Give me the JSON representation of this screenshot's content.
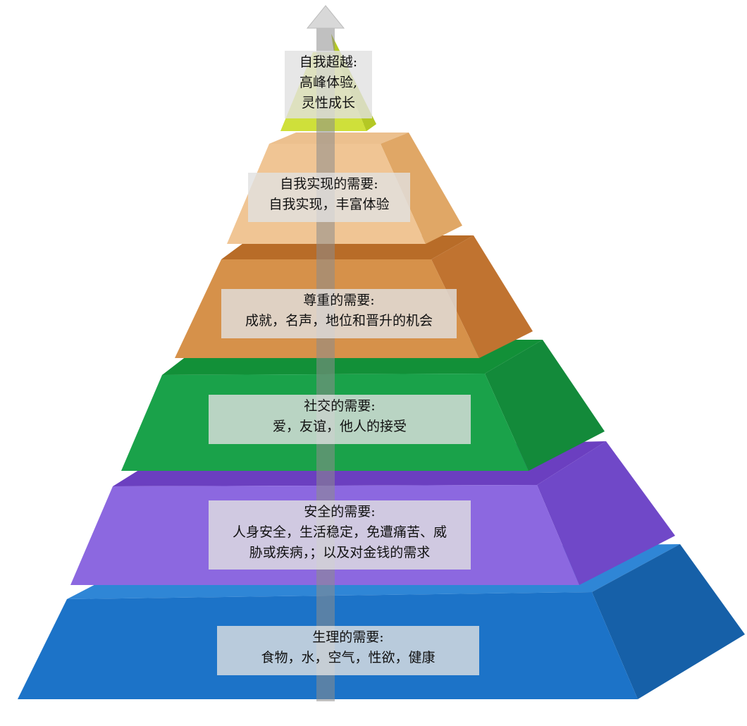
{
  "levels": [
    {
      "title": "生理的需要:",
      "lines": [
        "食物，水，空气，性欲，健康"
      ],
      "front": "#1c73c8",
      "side": "#1660a8",
      "top": "#2f86d6"
    },
    {
      "title": "安全的需要:",
      "lines": [
        "人身安全，生活稳定，免遭痛苦、威",
        "胁或疾病，；以及对金钱的需求"
      ],
      "front": "#8c68e0",
      "side": "#7048c8",
      "top": "#6b3fc0"
    },
    {
      "title": "社交的需要:",
      "lines": [
        "爱，友谊，他人的接受"
      ],
      "front": "#1aa24a",
      "side": "#138a3a",
      "top": "#129038"
    },
    {
      "title": "尊重的需要:",
      "lines": [
        "成就，名声，地位和晋升的机会"
      ],
      "front": "#d6914a",
      "side": "#c07330",
      "top": "#b86c28"
    },
    {
      "title": "自我实现的需要:",
      "lines": [
        "自我实现，丰富体验"
      ],
      "front": "#f0c594",
      "side": "#e0a766",
      "top": "#ecc08e"
    },
    {
      "title": "自我超越:",
      "lines": [
        "高峰体验,",
        "灵性成长"
      ],
      "front": "#cfe03a",
      "side": "#b4c824",
      "top": "#e2ee60"
    }
  ],
  "arrow": {
    "color": "#8c8c8c"
  }
}
